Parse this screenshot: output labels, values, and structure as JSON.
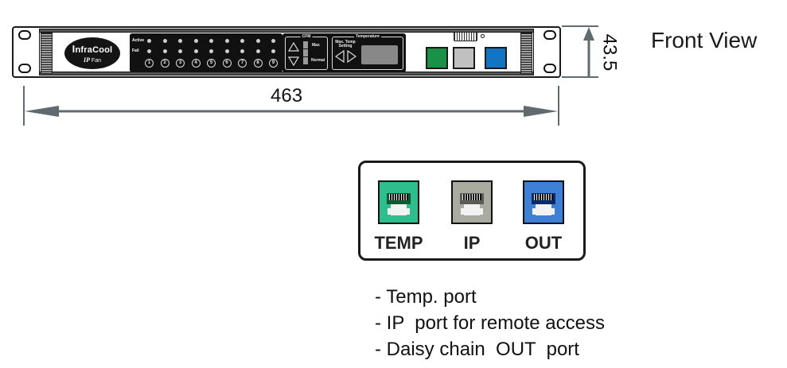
{
  "title": "Front View",
  "dimensions": {
    "width": "463",
    "height": "43.5"
  },
  "device": {
    "brand_prefix": "I",
    "brand_rest": "nfraCool",
    "model_ip": "IP",
    "model_rest": " Fan",
    "led_labels": {
      "active": "Active",
      "fail": "Fail"
    },
    "fan_numbers": [
      "1",
      "2",
      "3",
      "4",
      "5",
      "6",
      "7",
      "8",
      "9"
    ],
    "cfm": {
      "title": "CFM",
      "max_label": "Max",
      "normal_label": "Normal"
    },
    "temperature": {
      "title": "Temperature",
      "setting_label_1": "Max. Temp",
      "setting_label_2": "Setting"
    },
    "front_ports": [
      {
        "name": "temp",
        "color": "#1a9146"
      },
      {
        "name": "ip",
        "color": "#c0c0c0"
      },
      {
        "name": "out",
        "color": "#1474c4"
      }
    ]
  },
  "ports": [
    {
      "label": "TEMP",
      "color": "#2ebd8c",
      "slot_color": "#0e5a33"
    },
    {
      "label": "IP",
      "color": "#a9aaa0",
      "slot_color": "#5b5c56"
    },
    {
      "label": "OUT",
      "color": "#3d80d6",
      "slot_color": "#0b2a6a"
    }
  ],
  "notes": [
    "- Temp. port",
    "- IP  port for remote access",
    "- Daisy chain  OUT  port"
  ],
  "colors": {
    "dimension_line": "#5f6b70",
    "panel": "#111111"
  }
}
